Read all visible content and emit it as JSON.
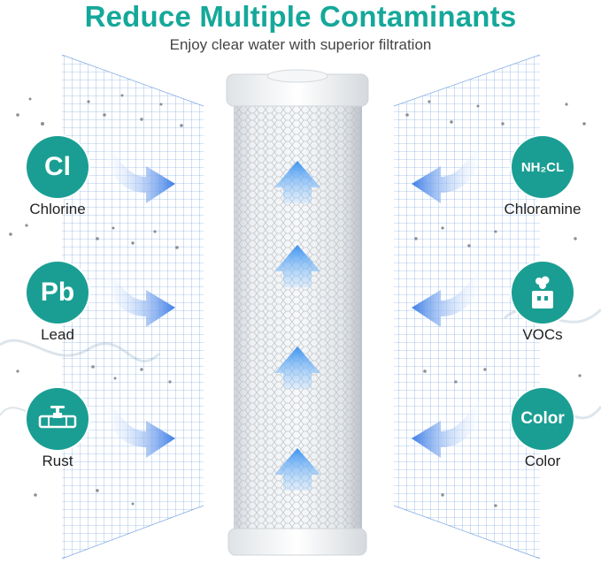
{
  "header": {
    "title": "Reduce Multiple Contaminants",
    "subtitle": "Enjoy clear water with superior filtration"
  },
  "contaminants_left": [
    {
      "badge": "Cl",
      "label": "Chlorine",
      "icon": "chlorine-text-icon"
    },
    {
      "badge": "Pb",
      "label": "Lead",
      "icon": "lead-text-icon"
    },
    {
      "badge": "",
      "label": "Rust",
      "icon": "pipe-valve-icon"
    }
  ],
  "contaminants_right": [
    {
      "badge": "NH₂CL",
      "label": "Chloramine",
      "icon": "chloramine-text-icon"
    },
    {
      "badge": "",
      "label": "VOCs",
      "icon": "factory-smoke-icon"
    },
    {
      "badge": "Color",
      "label": "Color",
      "icon": "color-text-icon"
    }
  ],
  "colors": {
    "accent": "#1a9e93",
    "title": "#15a89a",
    "mesh": "#4a86d8",
    "arrow": "#3b82e6",
    "filter": "#e9ecef"
  }
}
